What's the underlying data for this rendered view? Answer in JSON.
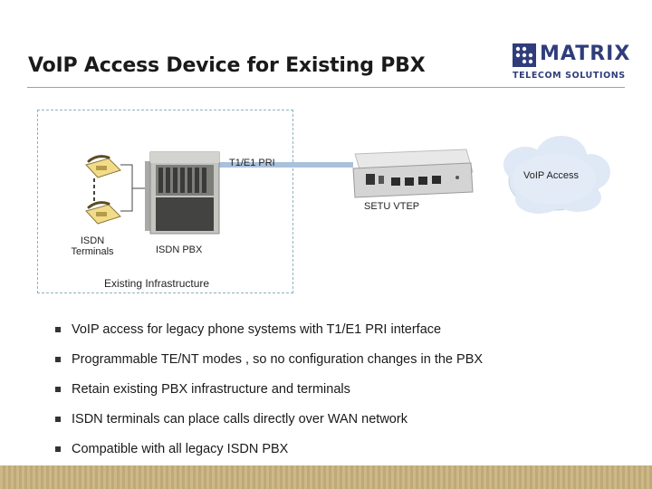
{
  "slide": {
    "title": "VoIP Access Device for Existing PBX"
  },
  "logo": {
    "name": "MATRIX",
    "tagline": "TELECOM SOLUTIONS",
    "color": "#2f3d7a"
  },
  "diagram": {
    "link_label": "T1/E1 PRI",
    "cloud_label": "VoIP Access",
    "device_label": "SETU VTEP",
    "terminals_label_line1": "ISDN",
    "terminals_label_line2": "Terminals",
    "pbx_label": "ISDN PBX",
    "infrastructure_label": "Existing Infrastructure",
    "link_color": "#a9c1db"
  },
  "bullets": [
    "VoIP access for legacy phone systems with T1/E1 PRI interface",
    "Programmable TE/NT modes , so no configuration changes in the PBX",
    "Retain existing PBX infrastructure and terminals",
    "ISDN terminals can place calls directly over WAN network",
    "Compatible with all legacy ISDN PBX"
  ]
}
